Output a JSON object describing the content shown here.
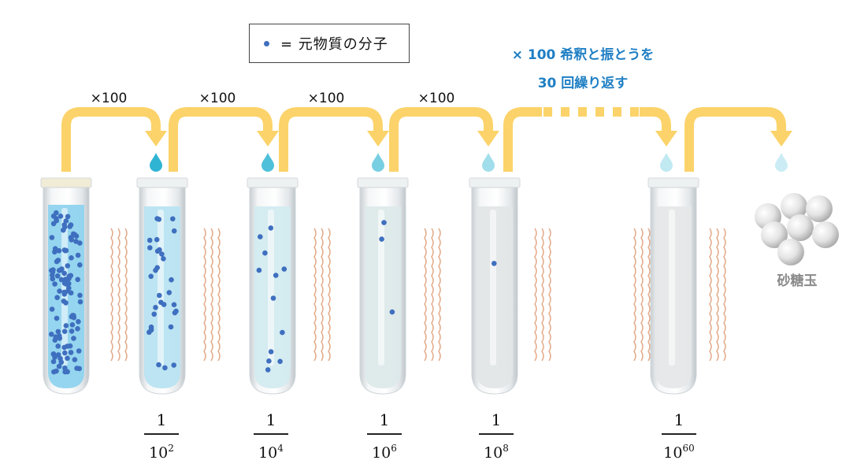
{
  "legend": {
    "label": "=  元物質の分子",
    "dot_color": "#3f6fbf"
  },
  "step_label": "×100",
  "repeat_note": {
    "line1": "× 100 希釈と振とうを",
    "line2": "30 回繰り返す",
    "color": "#1f7fc4"
  },
  "fractions": [
    {
      "numerator": "1",
      "base": "10",
      "exponent": "2"
    },
    {
      "numerator": "1",
      "base": "10",
      "exponent": "4"
    },
    {
      "numerator": "1",
      "base": "10",
      "exponent": "6"
    },
    {
      "numerator": "1",
      "base": "10",
      "exponent": "8"
    },
    {
      "numerator": "1",
      "base": "10",
      "exponent": "60"
    }
  ],
  "sugar_label": "砂糖玉",
  "colors": {
    "arrow": "#fbd36a",
    "drop": "#2fb5d3",
    "molecule": "#3f6fbf",
    "wave": "#e0a27e"
  },
  "tubes": [
    {
      "liquid": "#8fd3ee",
      "molecules": 110
    },
    {
      "liquid": "#b9e3f1",
      "molecules": 32
    },
    {
      "liquid": "#d3ebf0",
      "molecules": 12
    },
    {
      "liquid": "#dde9ea",
      "molecules": 3
    },
    {
      "liquid": "#e2e6e7",
      "molecules": 1
    },
    {
      "liquid": "#e6e7e8",
      "molecules": 0
    }
  ]
}
